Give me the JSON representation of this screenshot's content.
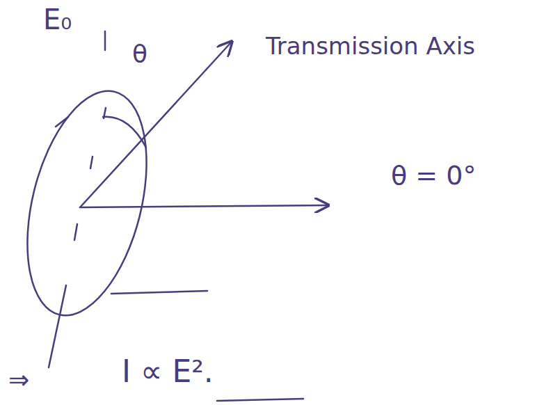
{
  "diagram": {
    "labels": [
      "E₀",
      "θ",
      "Transmission Axis",
      "θ = 0°",
      "⇒",
      "I ∝ E²."
    ]
  }
}
